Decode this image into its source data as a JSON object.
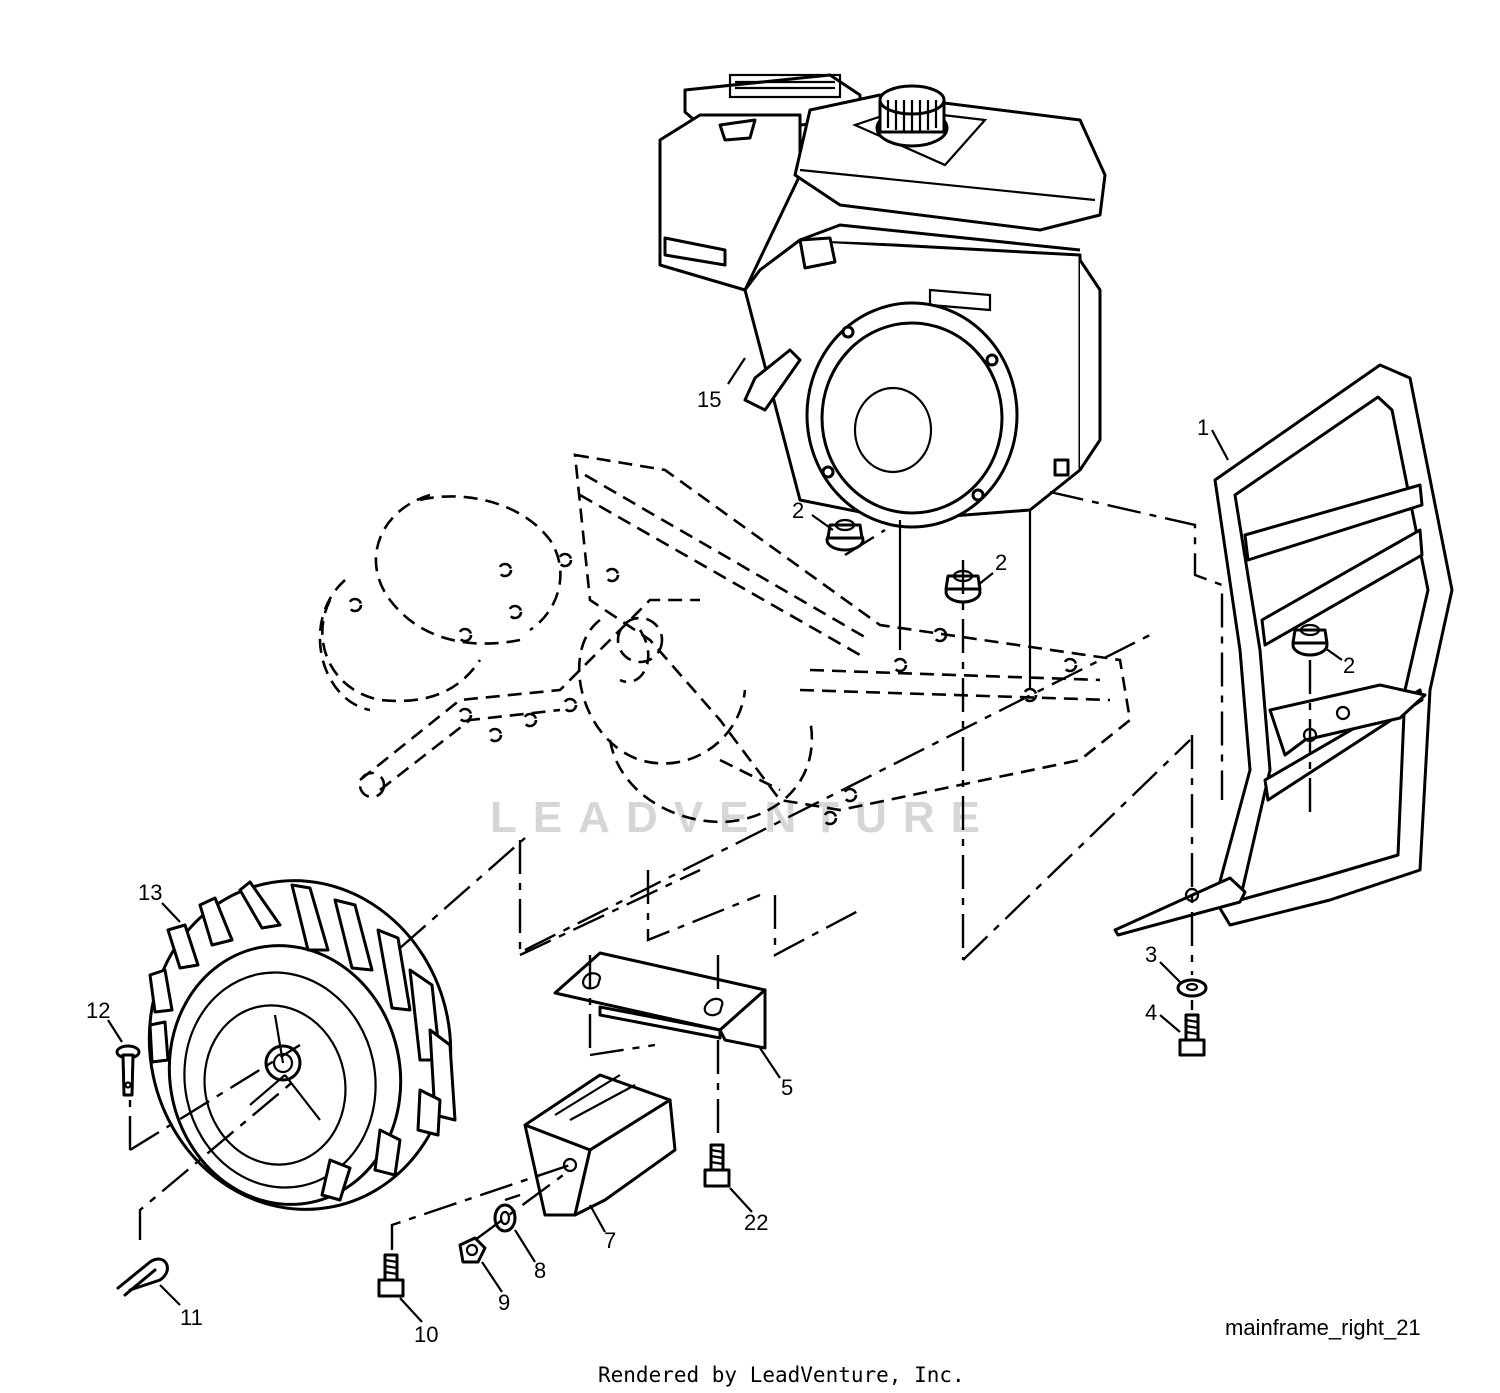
{
  "diagram": {
    "drawing_id": "mainframe_right_21",
    "credit": "Rendered by LeadVenture, Inc.",
    "watermark": "LEADVENTURE",
    "callouts": [
      {
        "id": "c15",
        "label": "15"
      },
      {
        "id": "c1",
        "label": "1"
      },
      {
        "id": "c2a",
        "label": "2"
      },
      {
        "id": "c2b",
        "label": "2"
      },
      {
        "id": "c2c",
        "label": "2"
      },
      {
        "id": "c3",
        "label": "3"
      },
      {
        "id": "c4",
        "label": "4"
      },
      {
        "id": "c5",
        "label": "5"
      },
      {
        "id": "c7",
        "label": "7"
      },
      {
        "id": "c8",
        "label": "8"
      },
      {
        "id": "c9",
        "label": "9"
      },
      {
        "id": "c10",
        "label": "10"
      },
      {
        "id": "c11",
        "label": "11"
      },
      {
        "id": "c12",
        "label": "12"
      },
      {
        "id": "c13",
        "label": "13"
      },
      {
        "id": "c22",
        "label": "22"
      }
    ]
  }
}
